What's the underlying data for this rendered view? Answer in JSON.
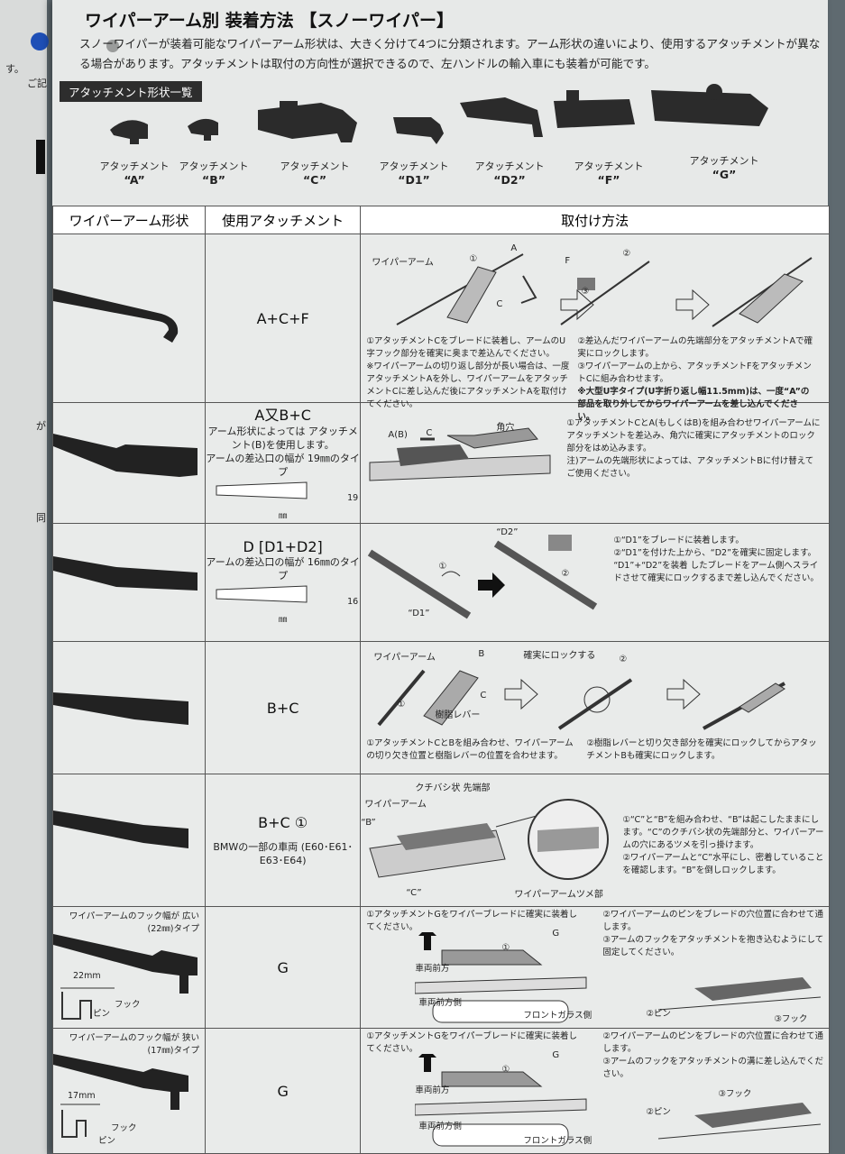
{
  "title": "ワイパーアーム別 装着方法 【スノーワイパー】",
  "intro": "スノーワイパーが装着可能なワイパーアーム形状は、大きく分けて4つに分類されます。アーム形状の違いにより、使用するアタッチメントが異なる場合があります。アタッチメントは取付の方向性が選択できるので、左ハンドルの輸入車にも装着が可能です。",
  "attachment_heading": "アタッチメント形状一覧",
  "attachment_word": "アタッチメント",
  "attachments": [
    "“A”",
    "“B”",
    "“C”",
    "“D1”",
    "“D2”",
    "“F”",
    "“G”"
  ],
  "left_fragments": [
    "す。",
    "ご記",
    "が",
    "同"
  ],
  "headers": [
    "ワイパーアーム形状",
    "使用アタッチメント",
    "取付け方法"
  ],
  "rows": [
    {
      "combo": "A+C+F",
      "labels": [
        "ワイパーアーム",
        "①",
        "A",
        "C",
        "F",
        "②",
        "③"
      ],
      "notes_left": [
        "①アタッチメントCをブレードに装着し、アームのU字フック部分を確実に奥まで差込んでください。",
        "※ワイパーアームの切り返し部分が長い場合は、一度アタッチメントAを外し、ワイパーアームをアタッチメントCに差し込んだ後にアタッチメントAを取付けてください。"
      ],
      "notes_right": [
        "②差込んだワイパーアームの先端部分をアタッチメントAで確実にロックします。",
        "③ワイパーアームの上から、アタッチメントFをアタッチメントCに組み合わせます。",
        "※大型U字タイプ(U字折り返し幅11.5mm)は、一度“A”の部品を取り外してからワイパーアームを差し込んでください。"
      ]
    },
    {
      "combo": "A又B+C",
      "sub": "アーム形状によっては アタッチメント(B)を使用します。",
      "width_note": "アームの差込口の幅が 19㎜のタイプ",
      "dim": "19㎜",
      "labels": [
        "A(B)",
        "C",
        "角穴"
      ],
      "notes": [
        "①アタッチメントCとA(もしくはB)を組み合わせワイパーアームにアタッチメントを差込み、角穴に確実にアタッチメントのロック部分をはめ込みます。",
        "注)アームの先端形状によっては、アタッチメントBに付け替えてご使用ください。"
      ]
    },
    {
      "combo": "D [D1+D2]",
      "width_note": "アームの差込口の幅が 16㎜のタイプ",
      "dim": "16㎜",
      "labels": [
        "“D2”",
        "“D1”",
        "①",
        "②"
      ],
      "notes": [
        "①“D1”をブレードに装着します。",
        "②“D1”を付けた上から、“D2”を確実に固定します。",
        "“D1”+“D2”を装着 したブレードをアーム側へスライドさせて確実にロックするまで差し込んでください。"
      ]
    },
    {
      "combo": "B+C",
      "labels": [
        "ワイパーアーム",
        "B",
        "C",
        "①",
        "樹脂レバー",
        "確実にロックする",
        "②"
      ],
      "notes_left": [
        "①アタッチメントCとBを組み合わせ、ワイパーアームの切り欠き位置と樹脂レバーの位置を合わせます。"
      ],
      "notes_right": [
        "②樹脂レバーと切り欠き部分を確実にロックしてからアタッチメントBも確実にロックします。"
      ]
    },
    {
      "combo": "B+C ①",
      "sub": "BMWの一部の車両 (E60･E61･E63･E64)",
      "labels": [
        "クチバシ状 先端部",
        "ワイパーアーム",
        "“B”",
        "“C”",
        "ワイパーアームツメ部"
      ],
      "notes": [
        "①“C”と“B”を組み合わせ、“B”は起こしたままにします。“C”のクチバシ状の先端部分と、ワイパーアームの穴にあるツメを引っ掛けます。",
        "②ワイパーアームと“C”水平にし、密着していることを確認します。“B”を倒しロックします。"
      ]
    },
    {
      "combo": "G",
      "arm_note": "ワイパーアームのフック幅が 広い(22㎜)タイプ",
      "dim": "22mm",
      "labels": [
        "ピン",
        "フック",
        "G",
        "①",
        "車両前方",
        "車両前方側",
        "フロントガラス側",
        "②ピン",
        "③フック"
      ],
      "notes_left": [
        "①アタッチメントGをワイパーブレードに確実に装着してください。"
      ],
      "notes_right": [
        "②ワイパーアームのピンをブレードの穴位置に合わせて通します。",
        "③アームのフックをアタッチメントを抱き込むようにして固定してください。"
      ]
    },
    {
      "combo": "G",
      "arm_note": "ワイパーアームのフック幅が 狭い(17㎜)タイプ",
      "dim": "17mm",
      "labels": [
        "フック",
        "ピン",
        "G",
        "①",
        "車両前方",
        "車両前方側",
        "フロントガラス側",
        "②ピン",
        "③フック"
      ],
      "notes_left": [
        "①アタッチメントGをワイパーブレードに確実に装着してください。"
      ],
      "notes_right": [
        "②ワイパーアームのピンをブレードの穴位置に合わせて通します。",
        "③アームのフックをアタッチメントの溝に差し込んでください。"
      ]
    }
  ]
}
